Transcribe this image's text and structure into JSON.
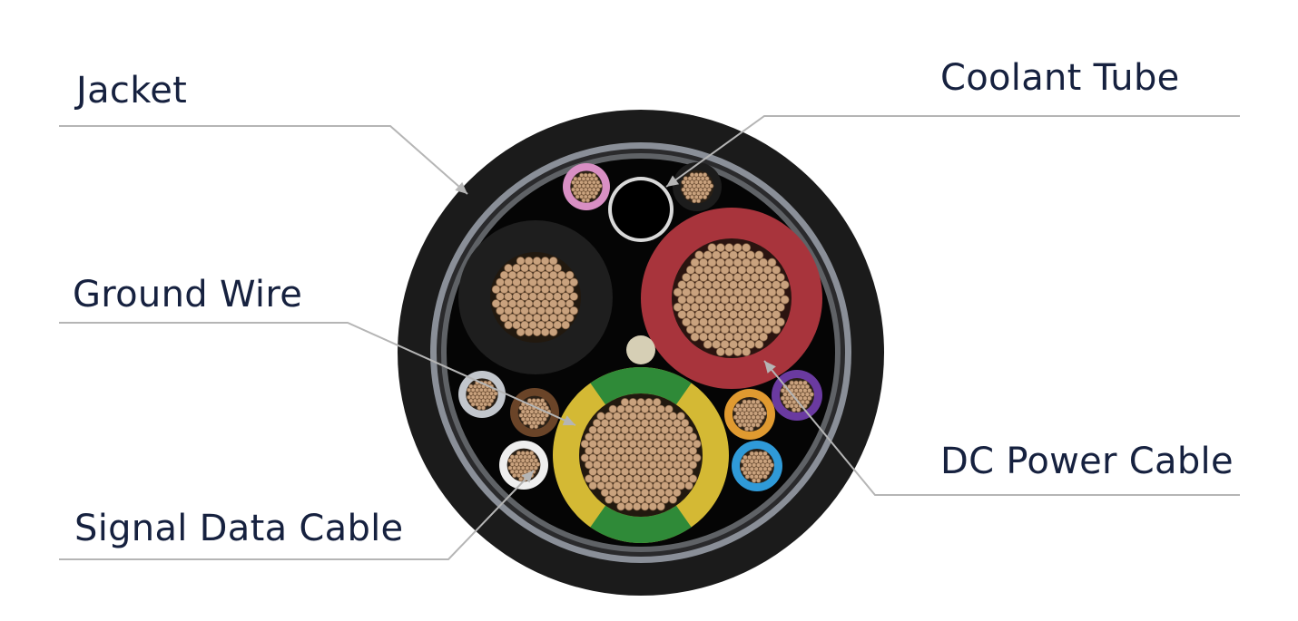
{
  "labels": {
    "jacket": "Jacket",
    "ground_wire": "Ground Wire",
    "signal_data_cable": "Signal Data Cable",
    "coolant_tube": "Coolant Tube",
    "dc_power_cable": "DC Power Cable"
  },
  "colors": {
    "label_text": "#16213f",
    "leader_line": "#b5b5b5",
    "jacket": "#1b1b1b",
    "shield": "#8a8f98",
    "filler": "#050505",
    "copper": "#c9a27e",
    "copper_dark": "#7a5a3e",
    "dc_insulation": "#a8343c",
    "black_insulation": "#1e1e1e",
    "ground_yellow": "#d4b934",
    "ground_green": "#2f8a38",
    "pink": "#d98fc4",
    "grey": "#c2c6cc",
    "brown": "#6a4428",
    "white": "#eeeeee",
    "orange": "#e09a30",
    "purple": "#6a3aa0",
    "blue": "#2f9ad8",
    "coolant_wall": "#d9d9d9",
    "center_filler": "#d6cfb5"
  },
  "icons": {
    "cross_section": "cable-cross-section-icon"
  }
}
